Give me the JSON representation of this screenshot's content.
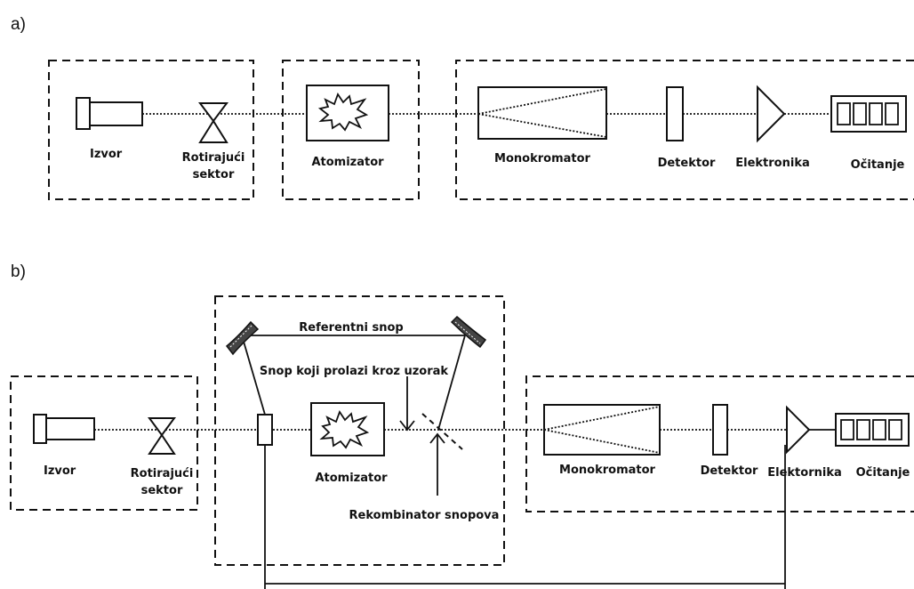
{
  "panel_a": {
    "label": "a)",
    "labels": {
      "source": "Izvor",
      "chopper_1": "Rotirajući",
      "chopper_2": "sektor",
      "atomizer": "Atomizator",
      "monochromator": "Monokromator",
      "detector": "Detektor",
      "electronics": "Elektronika",
      "readout": "Očitanje"
    }
  },
  "panel_b": {
    "label": "b)",
    "labels": {
      "reference_beam": "Referentni snop",
      "sample_beam": "Snop koji prolazi kroz uzorak",
      "source": "Izvor",
      "chopper_1": "Rotirajući",
      "chopper_2": "sektor",
      "atomizer": "Atomizator",
      "recombiner": "Rekombinator snopova",
      "monochromator": "Monokromator",
      "detector": "Detektor",
      "electronics": "Elektornika",
      "readout": "Očitanje"
    }
  }
}
